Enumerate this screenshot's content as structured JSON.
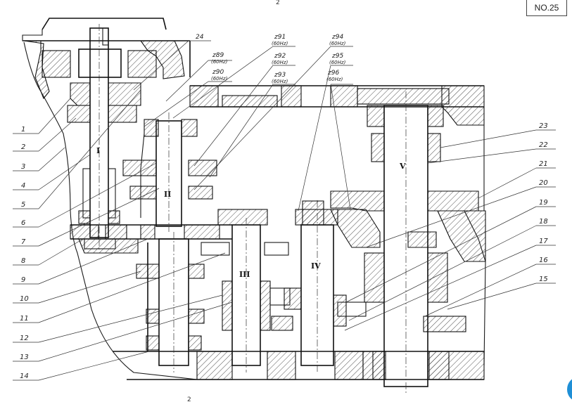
{
  "page_number": "NO.25",
  "page_mark": "2",
  "page_mark_bottom": "2",
  "side_labels": [
    "1",
    "2",
    "3",
    "4",
    "5",
    "6",
    "7",
    "8",
    "9",
    "10",
    "11",
    "12",
    "13",
    "14"
  ],
  "right_labels": [
    "23",
    "22",
    "21",
    "20",
    "19",
    "18",
    "17",
    "16",
    "15"
  ],
  "top_callouts": [
    {
      "main": "24",
      "sub": ""
    },
    {
      "main": "z89",
      "sub": "(60Hz)"
    },
    {
      "main": "z90",
      "sub": "(60Hz)"
    },
    {
      "main": "z91",
      "sub": "(60Hz)"
    },
    {
      "main": "z92",
      "sub": "(60Hz)"
    },
    {
      "main": "z93",
      "sub": "(60Hz)"
    },
    {
      "main": "z94",
      "sub": "(60Hz)"
    },
    {
      "main": "z95",
      "sub": "(60Hz)"
    },
    {
      "main": "z96",
      "sub": "(60Hz)"
    }
  ],
  "shaft_marks": [
    "I",
    "II",
    "III",
    "IV",
    "V"
  ],
  "colors": {
    "ink": "#1a1a1a",
    "paper": "#ffffff",
    "badge": "#1f8fd6"
  }
}
